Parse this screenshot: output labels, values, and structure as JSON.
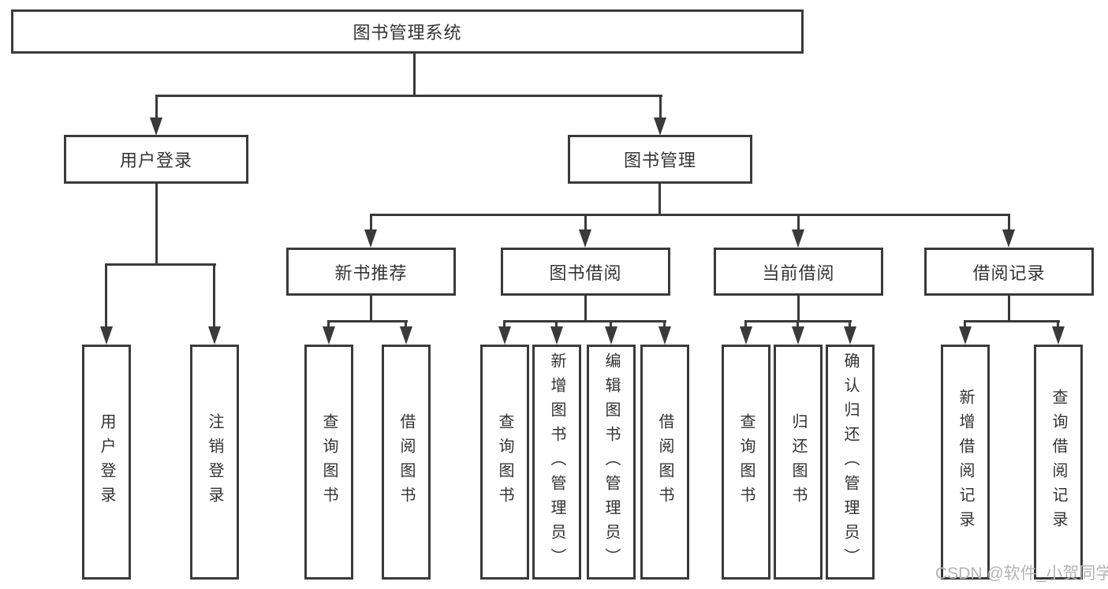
{
  "diagram": {
    "root": {
      "label": "图书管理系统"
    },
    "branches": [
      {
        "label": "用户登录",
        "leaves": [
          {
            "label": "用户登录"
          },
          {
            "label": "注销登录"
          }
        ]
      },
      {
        "label": "图书管理",
        "groups": [
          {
            "label": "新书推荐",
            "leaves": [
              {
                "label": "查询图书"
              },
              {
                "label": "借阅图书"
              }
            ]
          },
          {
            "label": "图书借阅",
            "leaves": [
              {
                "label": "查询图书"
              },
              {
                "label": "新增图书（管理员）"
              },
              {
                "label": "编辑图书（管理员）"
              },
              {
                "label": "借阅图书"
              }
            ]
          },
          {
            "label": "当前借阅",
            "leaves": [
              {
                "label": "查询图书"
              },
              {
                "label": "归还图书"
              },
              {
                "label": "确认归还（管理员）"
              }
            ]
          },
          {
            "label": "借阅记录",
            "leaves": [
              {
                "label": "新增借阅记录"
              },
              {
                "label": "查询借阅记录"
              }
            ]
          }
        ]
      }
    ]
  },
  "watermark": {
    "text": "CSDN @软件_小贺同学"
  },
  "colors": {
    "line": "#3a3a3a",
    "label": "#333333",
    "watermark": "#b4b4b4",
    "background": "#ffffff"
  }
}
